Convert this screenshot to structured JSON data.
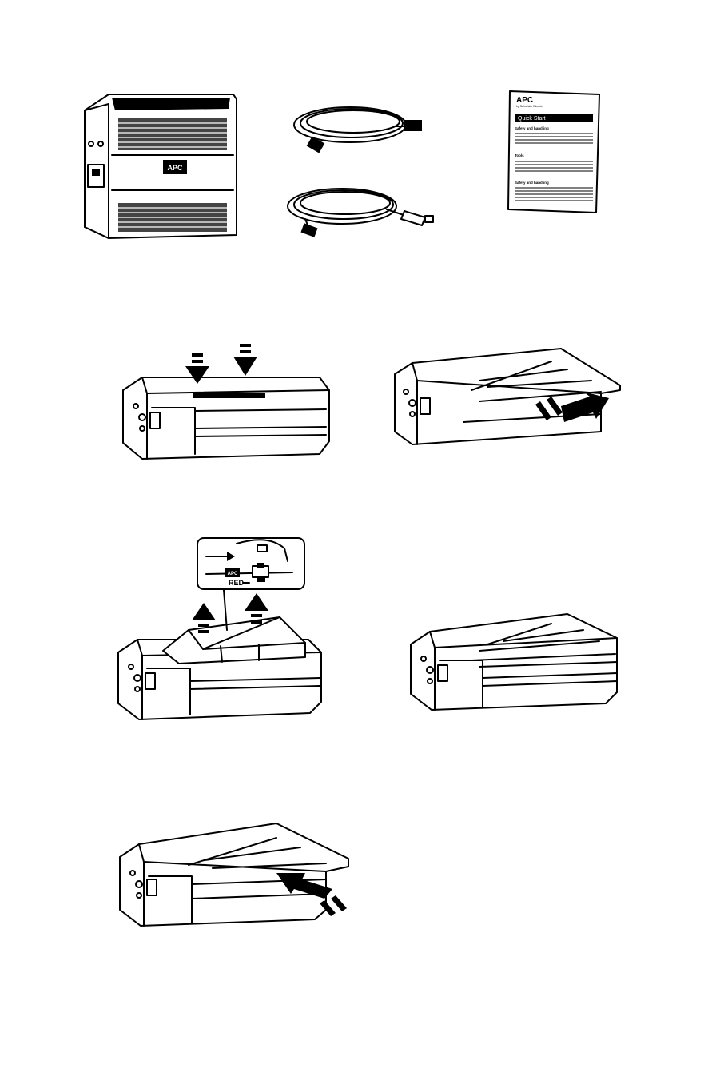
{
  "brand": {
    "logo_text": "APC"
  },
  "manual": {
    "logo_text": "APC",
    "tagline": "by Schneider Electric",
    "banner": "Quick Start",
    "sections": [
      "Safety and handling",
      "Tools",
      "Safety and handling"
    ]
  },
  "inset": {
    "logo_text": "APC",
    "wire_label": "RED"
  },
  "colors": {
    "line": "#000000",
    "background": "#ffffff"
  }
}
